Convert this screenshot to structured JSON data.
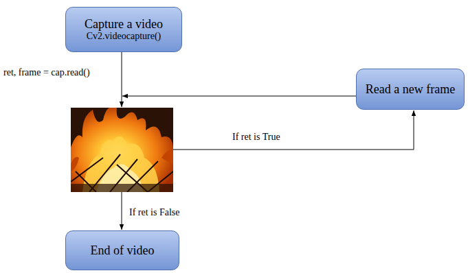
{
  "diagram": {
    "nodes": [
      {
        "text": [
          "Capture a video",
          "Cv2.videocapture()"
        ]
      },
      {
        "text": [
          "Read a new frame"
        ]
      },
      {
        "text": [
          "End of video"
        ]
      }
    ],
    "labels": [
      "ret, frame = cap.read()",
      "If ret is True",
      "If ret is False"
    ]
  }
}
